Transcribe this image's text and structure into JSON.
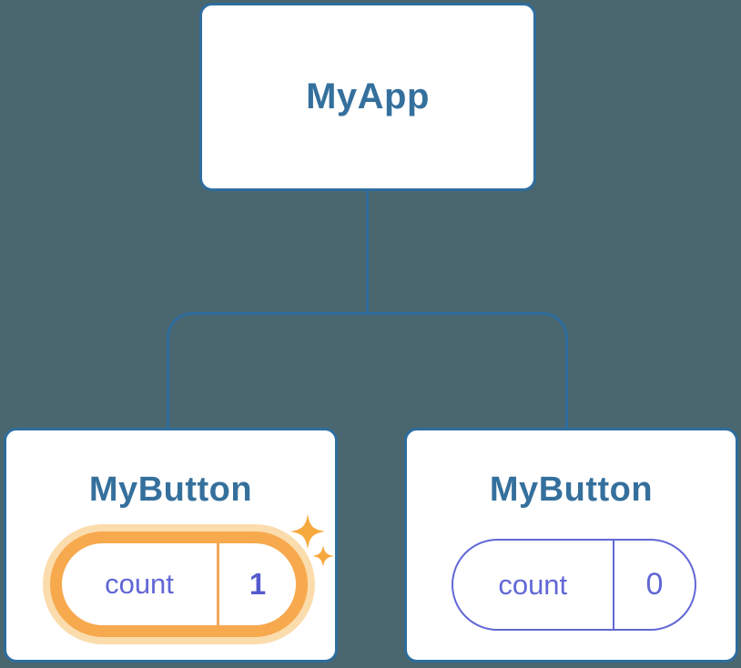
{
  "diagram": {
    "title": "component-tree",
    "background_color": "#4A666F",
    "colors": {
      "node_border": "#2E6D9D",
      "node_label": "#35709D",
      "state_accent": "#6267D6",
      "state_value_bold": "#555BCE",
      "highlight_ring": "#F7A94E",
      "highlight_halo": "#FBDCAD",
      "sparkle": "#F6A93F"
    },
    "tree": {
      "root": {
        "label": "MyApp"
      },
      "children": [
        {
          "label": "MyButton",
          "highlighted": true,
          "state": {
            "name": "count",
            "value": "1"
          }
        },
        {
          "label": "MyButton",
          "highlighted": false,
          "state": {
            "name": "count",
            "value": "0"
          }
        }
      ]
    }
  }
}
